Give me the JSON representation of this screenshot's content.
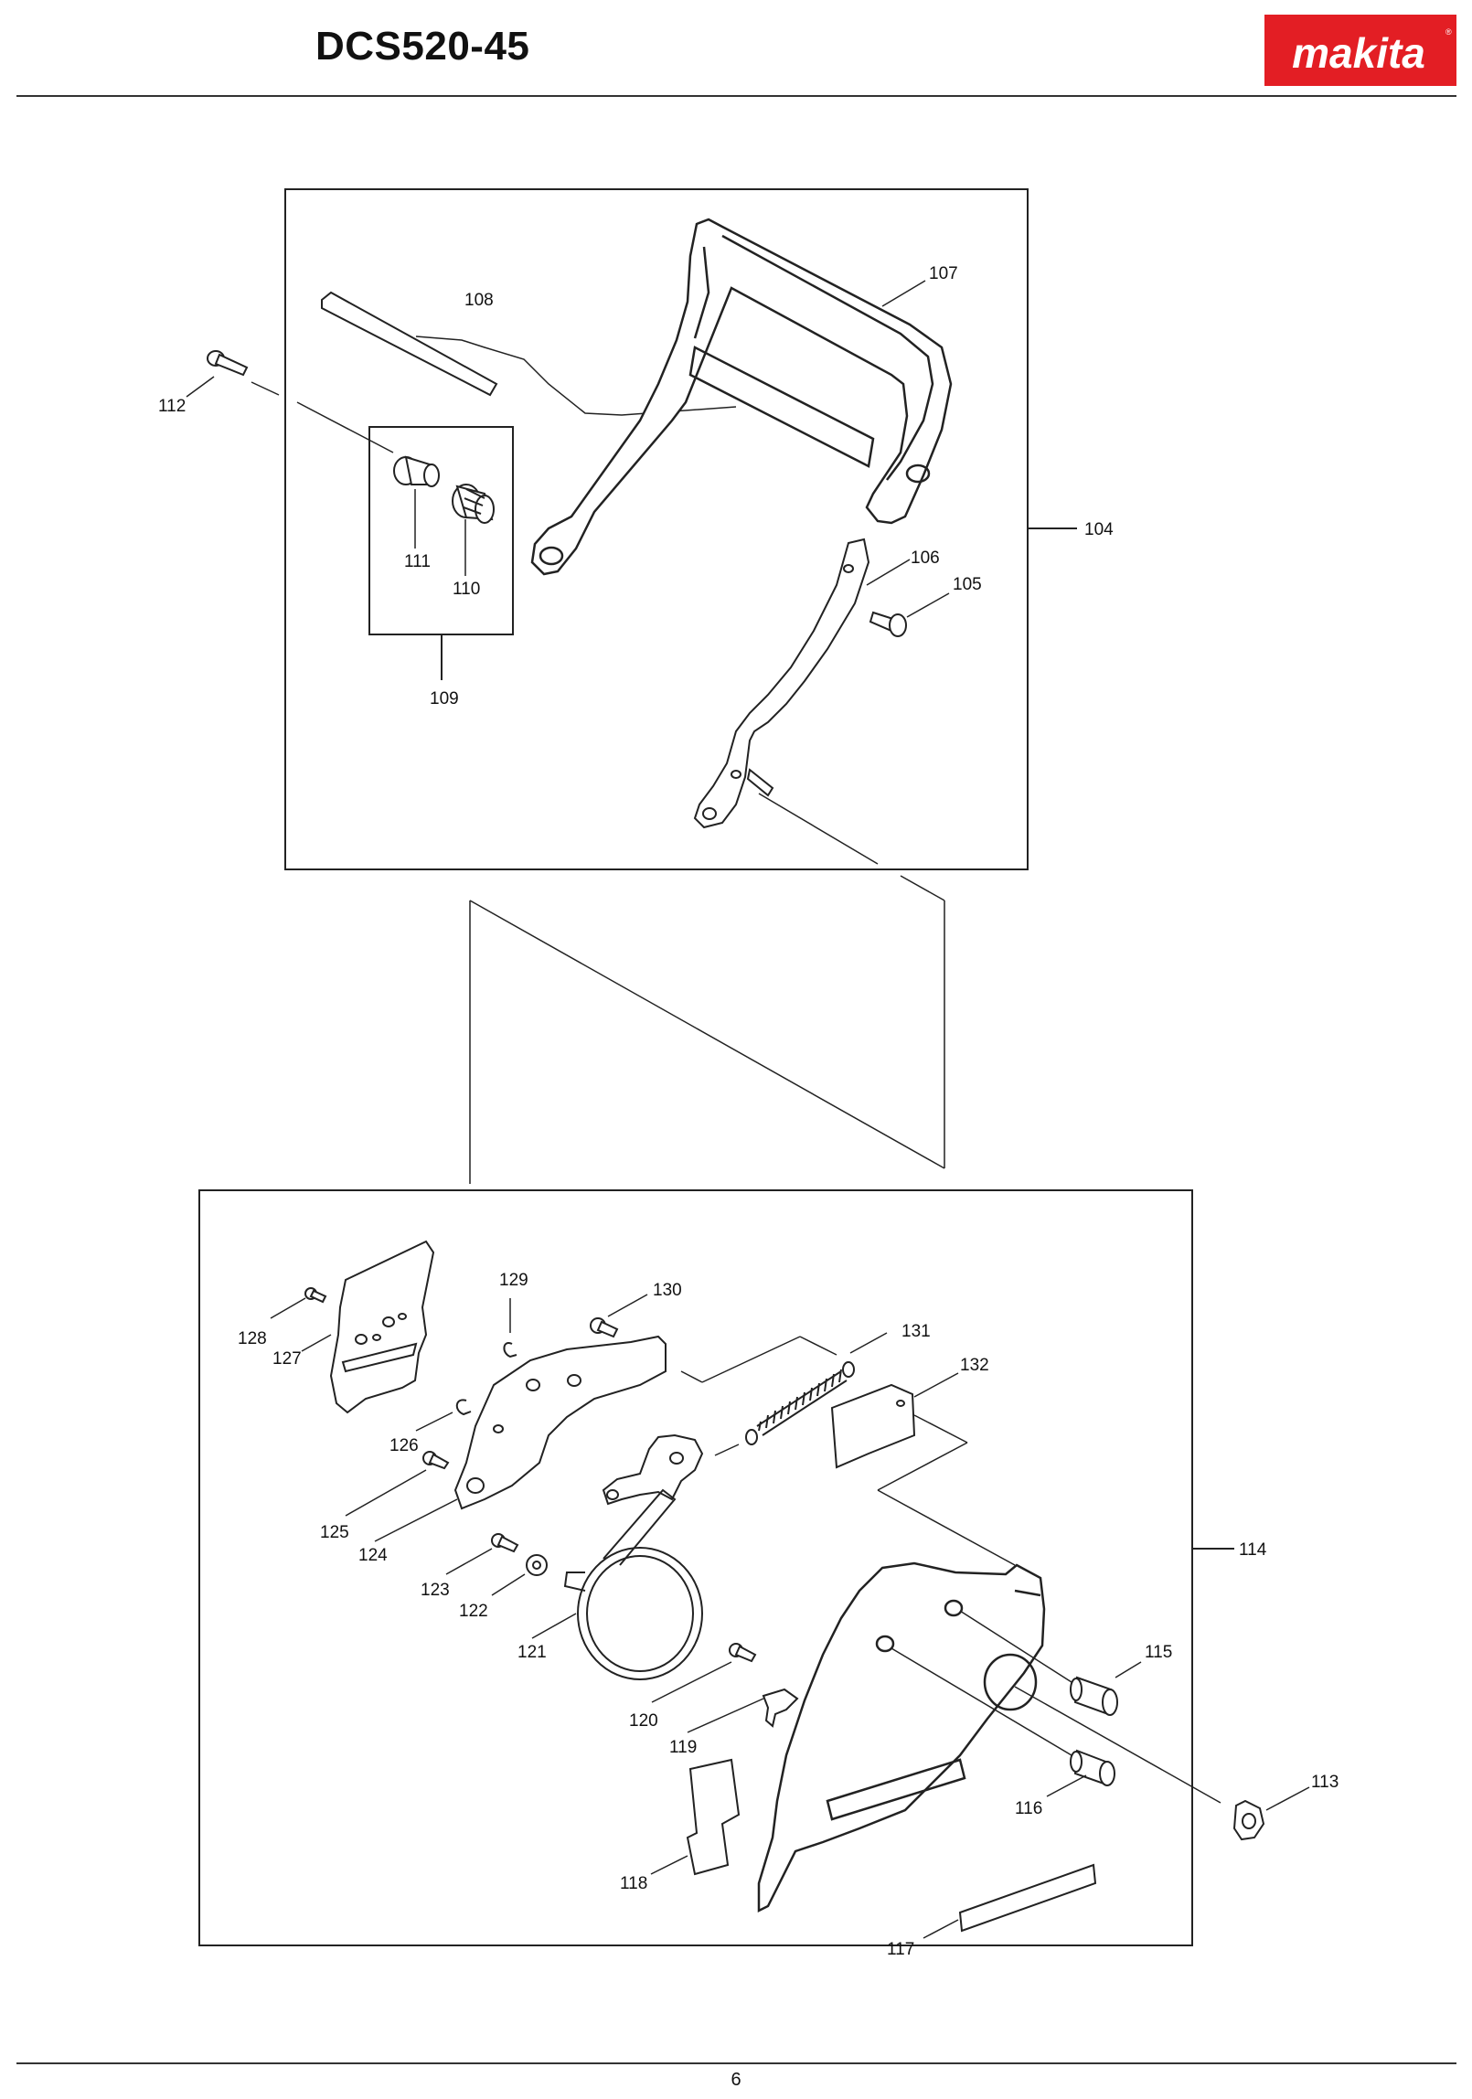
{
  "header": {
    "title": "DCS520-45",
    "brand": "makita",
    "brand_color": "#e31e24"
  },
  "footer": {
    "page_number": "6"
  },
  "diagram": {
    "groups": [
      {
        "id": "upper",
        "assembly": "104"
      },
      {
        "id": "lower",
        "assembly": "114"
      }
    ],
    "callouts": [
      "104",
      "105",
      "106",
      "107",
      "108",
      "109",
      "110",
      "111",
      "112",
      "113",
      "114",
      "115",
      "116",
      "117",
      "118",
      "119",
      "120",
      "121",
      "122",
      "123",
      "124",
      "125",
      "126",
      "127",
      "128",
      "129",
      "130",
      "131",
      "132"
    ]
  }
}
